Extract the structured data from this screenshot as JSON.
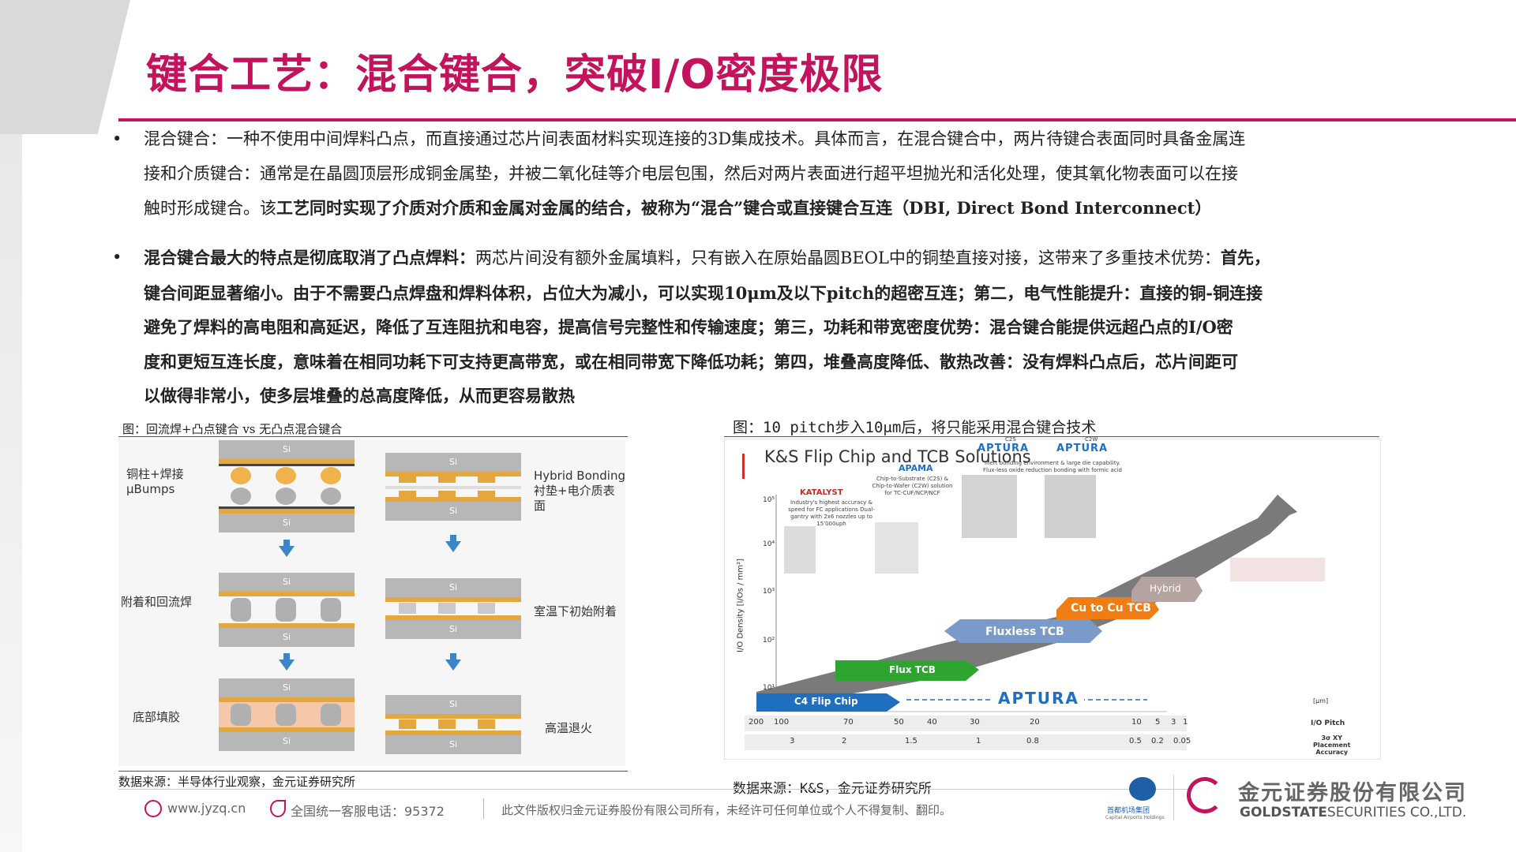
{
  "title": "键合工艺：混合键合，突破I/O密度极限",
  "bullet1": {
    "marker": "•",
    "line1": "混合键合：一种不使用中间焊料凸点，而直接通过芯片间表面材料实现连接的3D集成技术。具体而言，在混合键合中，两片待键合表面同时具备金属连",
    "line2": "接和介质键合：通常是在晶圆顶层形成铜金属垫，并被二氧化硅等介电层包围，然后对两片表面进行超平坦抛光和活化处理，使其氧化物表面可以在接",
    "line3a": "触时形成键合。该",
    "line3b": "工艺同时实现了介质对介质和金属对金属的结合，被称为“混合”键合或直接键合互连（DBI, Direct Bond Interconnect）"
  },
  "bullet2": {
    "marker": "•",
    "line1a": "混合键合最大的特点是彻底取消了凸点焊料：",
    "line1b": "两芯片间没有额外金属填料，只有嵌入在原始晶圆BEOL中的铜垫直接对接，这带来了多重技术优势：",
    "line1c": "首先，",
    "line2": "键合间距显著缩小。由于不需要凸点焊盘和焊料体积，占位大为减小，可以实现10μm及以下pitch的超密互连；第二，电气性能提升：直接的铜-铜连接",
    "line3": "避免了焊料的高电阻和高延迟，降低了互连阻抗和电容，提高信号完整性和传输速度；第三，功耗和带宽密度优势：混合键合能提供远超凸点的I/O密",
    "line4": "度和更短互连长度，意味着在相同功耗下可支持更高带宽，或在相同带宽下降低功耗；第四，堆叠高度降低、散热改善：没有焊料凸点后，芯片间距可",
    "line5": "以做得非常小，使多层堆叠的总高度降低，从而更容易散热"
  },
  "figure_left": {
    "caption": "图：回流焊+凸点键合 vs 无凸点混合键合",
    "label_bumps_1": "铜柱+焊接",
    "label_bumps_2": "μBumps",
    "label_hybrid_1": "Hybrid Bonding",
    "label_hybrid_2": "衬垫+电介质表面",
    "label_attach": "附着和回流焊",
    "label_room": "室温下初始附着",
    "label_underfill": "底部填胶",
    "label_anneal": "高温退火",
    "si": "Si",
    "source": "数据来源：半导体行业观察，金元证券研究所"
  },
  "figure_right": {
    "caption": "图：10 pitch步入10μm后，将只能采用混合键合技术",
    "chart_title": "K&S Flip Chip and TCB Solutions",
    "ylabel": "I/O Density [I/Os / mm²]",
    "yticks": [
      "10⁵",
      "10⁴",
      "10³",
      "10²",
      "10¹"
    ],
    "unit": "[μm]",
    "pitch_row_label": "I/O Pitch",
    "pitch_values": [
      "200",
      "100",
      "70",
      "50",
      "40",
      "30",
      "20",
      "10",
      "5",
      "3",
      "1"
    ],
    "accuracy_row_label_1": "3σ XY",
    "accuracy_row_label_2": "Placement",
    "accuracy_row_label_3": "Accuracy",
    "accuracy_values": [
      "3",
      "2",
      "1.5",
      "1",
      "0.8",
      "0.5",
      "0.2",
      "0.05"
    ],
    "band_c4": "C4 Flip Chip",
    "band_flux": "Flux TCB",
    "band_fluxless": "Fluxless TCB",
    "band_cucu": "Cu to Cu TCB",
    "band_hybrid": "Hybrid",
    "aptura_logo": "APTURA",
    "product_katalyst": "KATALYST",
    "product_katalyst_desc": "Industry's highest accuracy & speed for FC applications Dual-gantry with 2x6 nozzles up to 15'000uph",
    "product_apama": "APAMA",
    "product_apama_desc": "Chip-to-Substrate (C2S) & Chip-to-Wafer (C2W) solution for TC-CUF/NCP/NCF",
    "product_aptura_c2s_tag": "C2S",
    "product_aptura_c2w_tag": "C2W",
    "product_aptura_desc": "Inert bonding environment & large die capability. Flux-less oxide reduction bonding with formic acid",
    "source": "数据来源：K&S，金元证券研究所",
    "colors": {
      "c4": "#1f6fc0",
      "flux": "#2ea52e",
      "fluxless": "#7a9ac9",
      "cucu": "#f07d14",
      "hybrid": "#b5a39f",
      "arrow": "#555555"
    }
  },
  "footer": {
    "website": "www.jyzq.cn",
    "hotline": "全国统一客服电话：95372",
    "copyright": "此文件版权归金元证券股份有限公司所有，未经许可任何单位或个人不得复制、翻印。",
    "partner_name": "首都机场集团",
    "partner_sub": "Capital Airports Holdings",
    "company_cn": "金元证券股份有限公司",
    "company_en_1": "GOLDSTATE",
    "company_en_2": "SECURITIES CO.,LTD.",
    "brand_color": "#c4135d"
  }
}
